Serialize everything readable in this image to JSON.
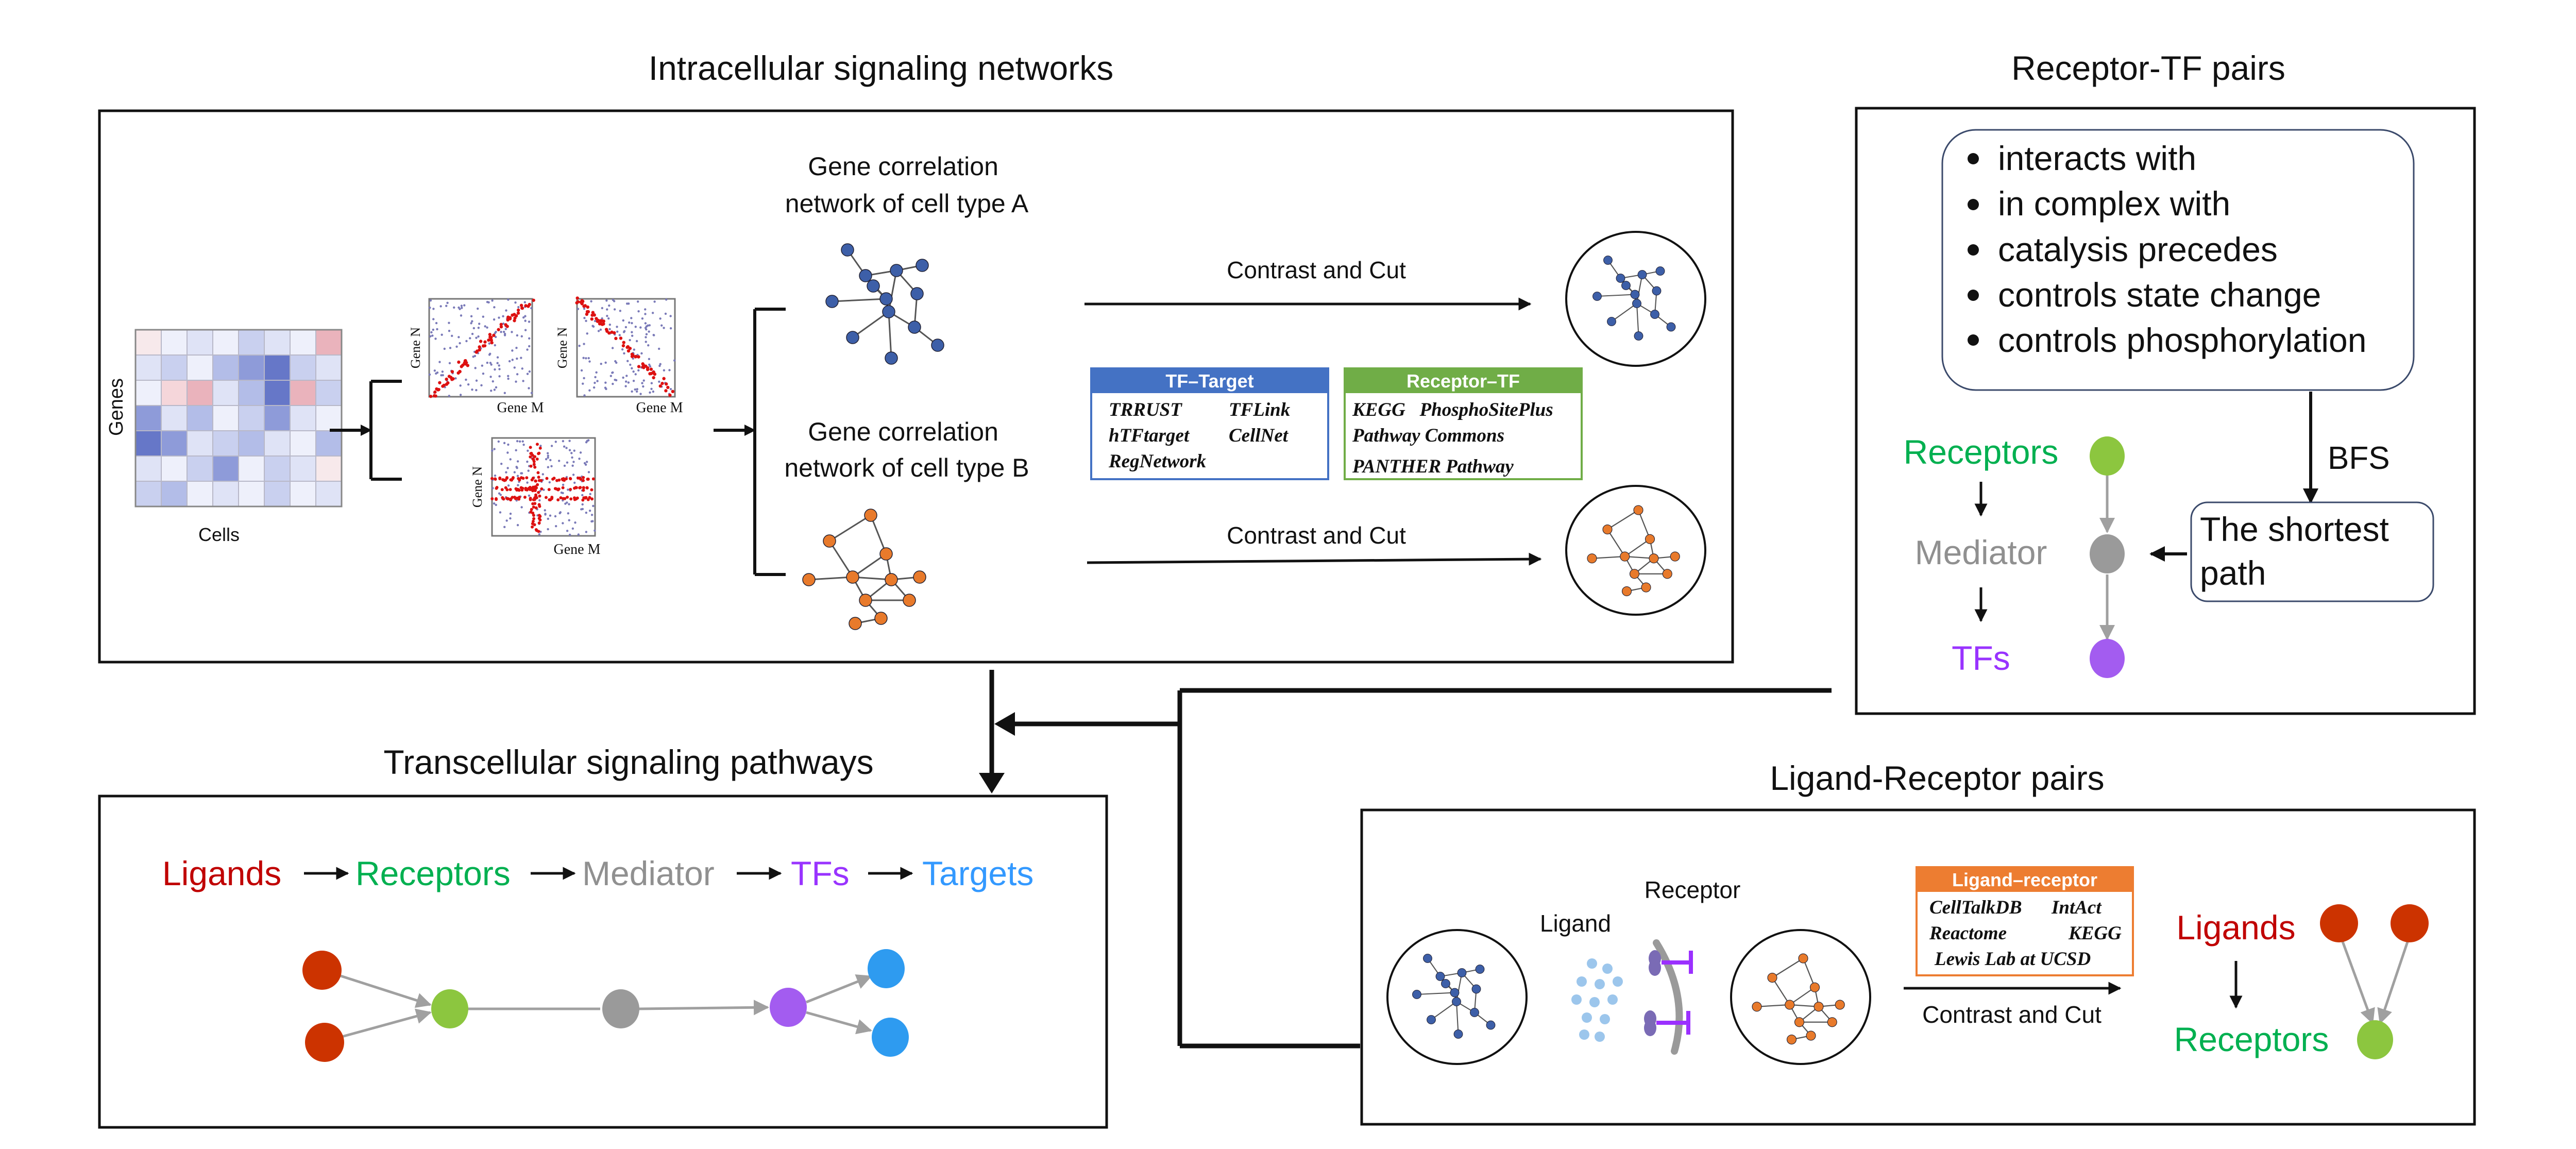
{
  "titles": {
    "intracellular": "Intracellular signaling networks",
    "receptor_tf": "Receptor-TF pairs",
    "transcellular": "Transcellular signaling pathways",
    "ligand_receptor": "Ligand-Receptor pairs"
  },
  "intracellular": {
    "heatmap": {
      "genes_label": "Genes",
      "cells_label": "Cells"
    },
    "scatter_axes": {
      "y": "Gene N",
      "x": "Gene M"
    },
    "network_a_label": [
      "Gene correlation",
      "network of cell type A"
    ],
    "network_b_label": [
      "Gene correlation",
      "network of cell type B"
    ],
    "contrast_a": "Contrast and Cut",
    "contrast_b": "Contrast and Cut",
    "tf_target_box": {
      "header": "TF–Target",
      "rows": [
        [
          "TRRUST",
          "TFLink"
        ],
        [
          "hTFtarget",
          "CellNet"
        ],
        [
          "RegNetwork",
          ""
        ]
      ],
      "color": "#4472C4"
    },
    "receptor_tf_box": {
      "header": "Receptor–TF",
      "rows": [
        "KEGG   PhosphoSitePlus",
        "Pathway Commons",
        "PANTHER Pathway"
      ],
      "color": "#70AD47"
    }
  },
  "receptor_tf": {
    "interactions": [
      "interacts with",
      "in complex with",
      "catalysis precedes",
      "controls state change",
      "controls phosphorylation"
    ],
    "bfs_label": "BFS",
    "shortest_path": [
      "The shortest",
      "path"
    ],
    "chain": [
      "Receptors",
      "Mediator",
      "TFs"
    ]
  },
  "transcellular": {
    "chain": [
      "Ligands",
      "Receptors",
      "Mediator",
      "TFs",
      "Targets"
    ]
  },
  "ligand_receptor": {
    "ligand_label": "Ligand",
    "receptor_label": "Receptor",
    "db_box": {
      "header": "Ligand–receptor",
      "rows": [
        [
          "CellTalkDB",
          "IntAct"
        ],
        [
          "Reactome",
          "KEGG"
        ],
        [
          "Lewis Lab at UCSD",
          ""
        ]
      ],
      "color": "#ED7D31"
    },
    "contrast": "Contrast and Cut",
    "ligands_label": "Ligands",
    "receptors_label": "Receptors"
  },
  "colors": {
    "ligands": "#C00000",
    "receptors": "#00B050",
    "mediator": "#909090",
    "tfs": "#9933FF",
    "targets": "#3399FF",
    "node_blue": "#3D5FA8",
    "node_orange": "#E87A2B",
    "node_red": "#CC3300",
    "node_green": "#8CC63F",
    "node_gray": "#9A9A9A",
    "node_purple": "#A35CF0",
    "node_light_blue": "#2E9BF0"
  }
}
